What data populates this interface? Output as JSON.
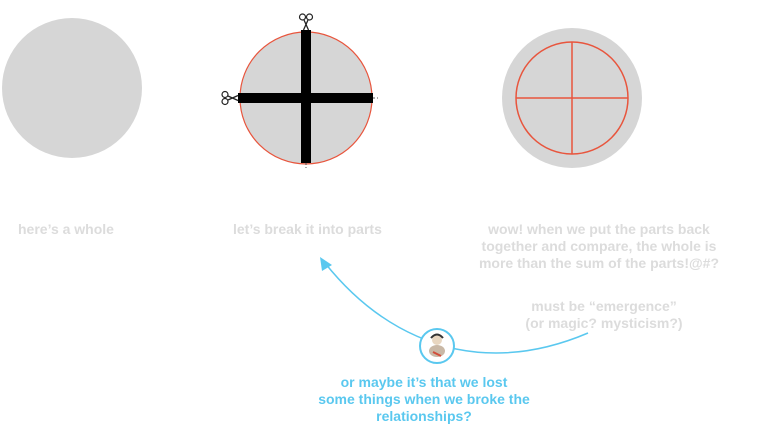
{
  "colors": {
    "circle_fill": "#d6d6d6",
    "outline": "#e8553d",
    "cut_bar": "#000000",
    "caption_gray": "#dcdcdc",
    "accent_blue": "#5ac8ef"
  },
  "icons": [
    "scissors-icon",
    "avatar-icon",
    "arrow-head-icon"
  ],
  "captions": {
    "whole": "here’s a whole",
    "break": "let’s break it into parts",
    "reassemble": [
      "wow! when we put the parts back",
      "together and compare, the whole is",
      "more than the sum of the parts!@#?"
    ],
    "emergence": [
      "must be “emergence”",
      "(or magic? mysticism?)"
    ],
    "question": [
      "or maybe it’s that we lost",
      "some things when we broke the",
      "relationships?"
    ]
  }
}
